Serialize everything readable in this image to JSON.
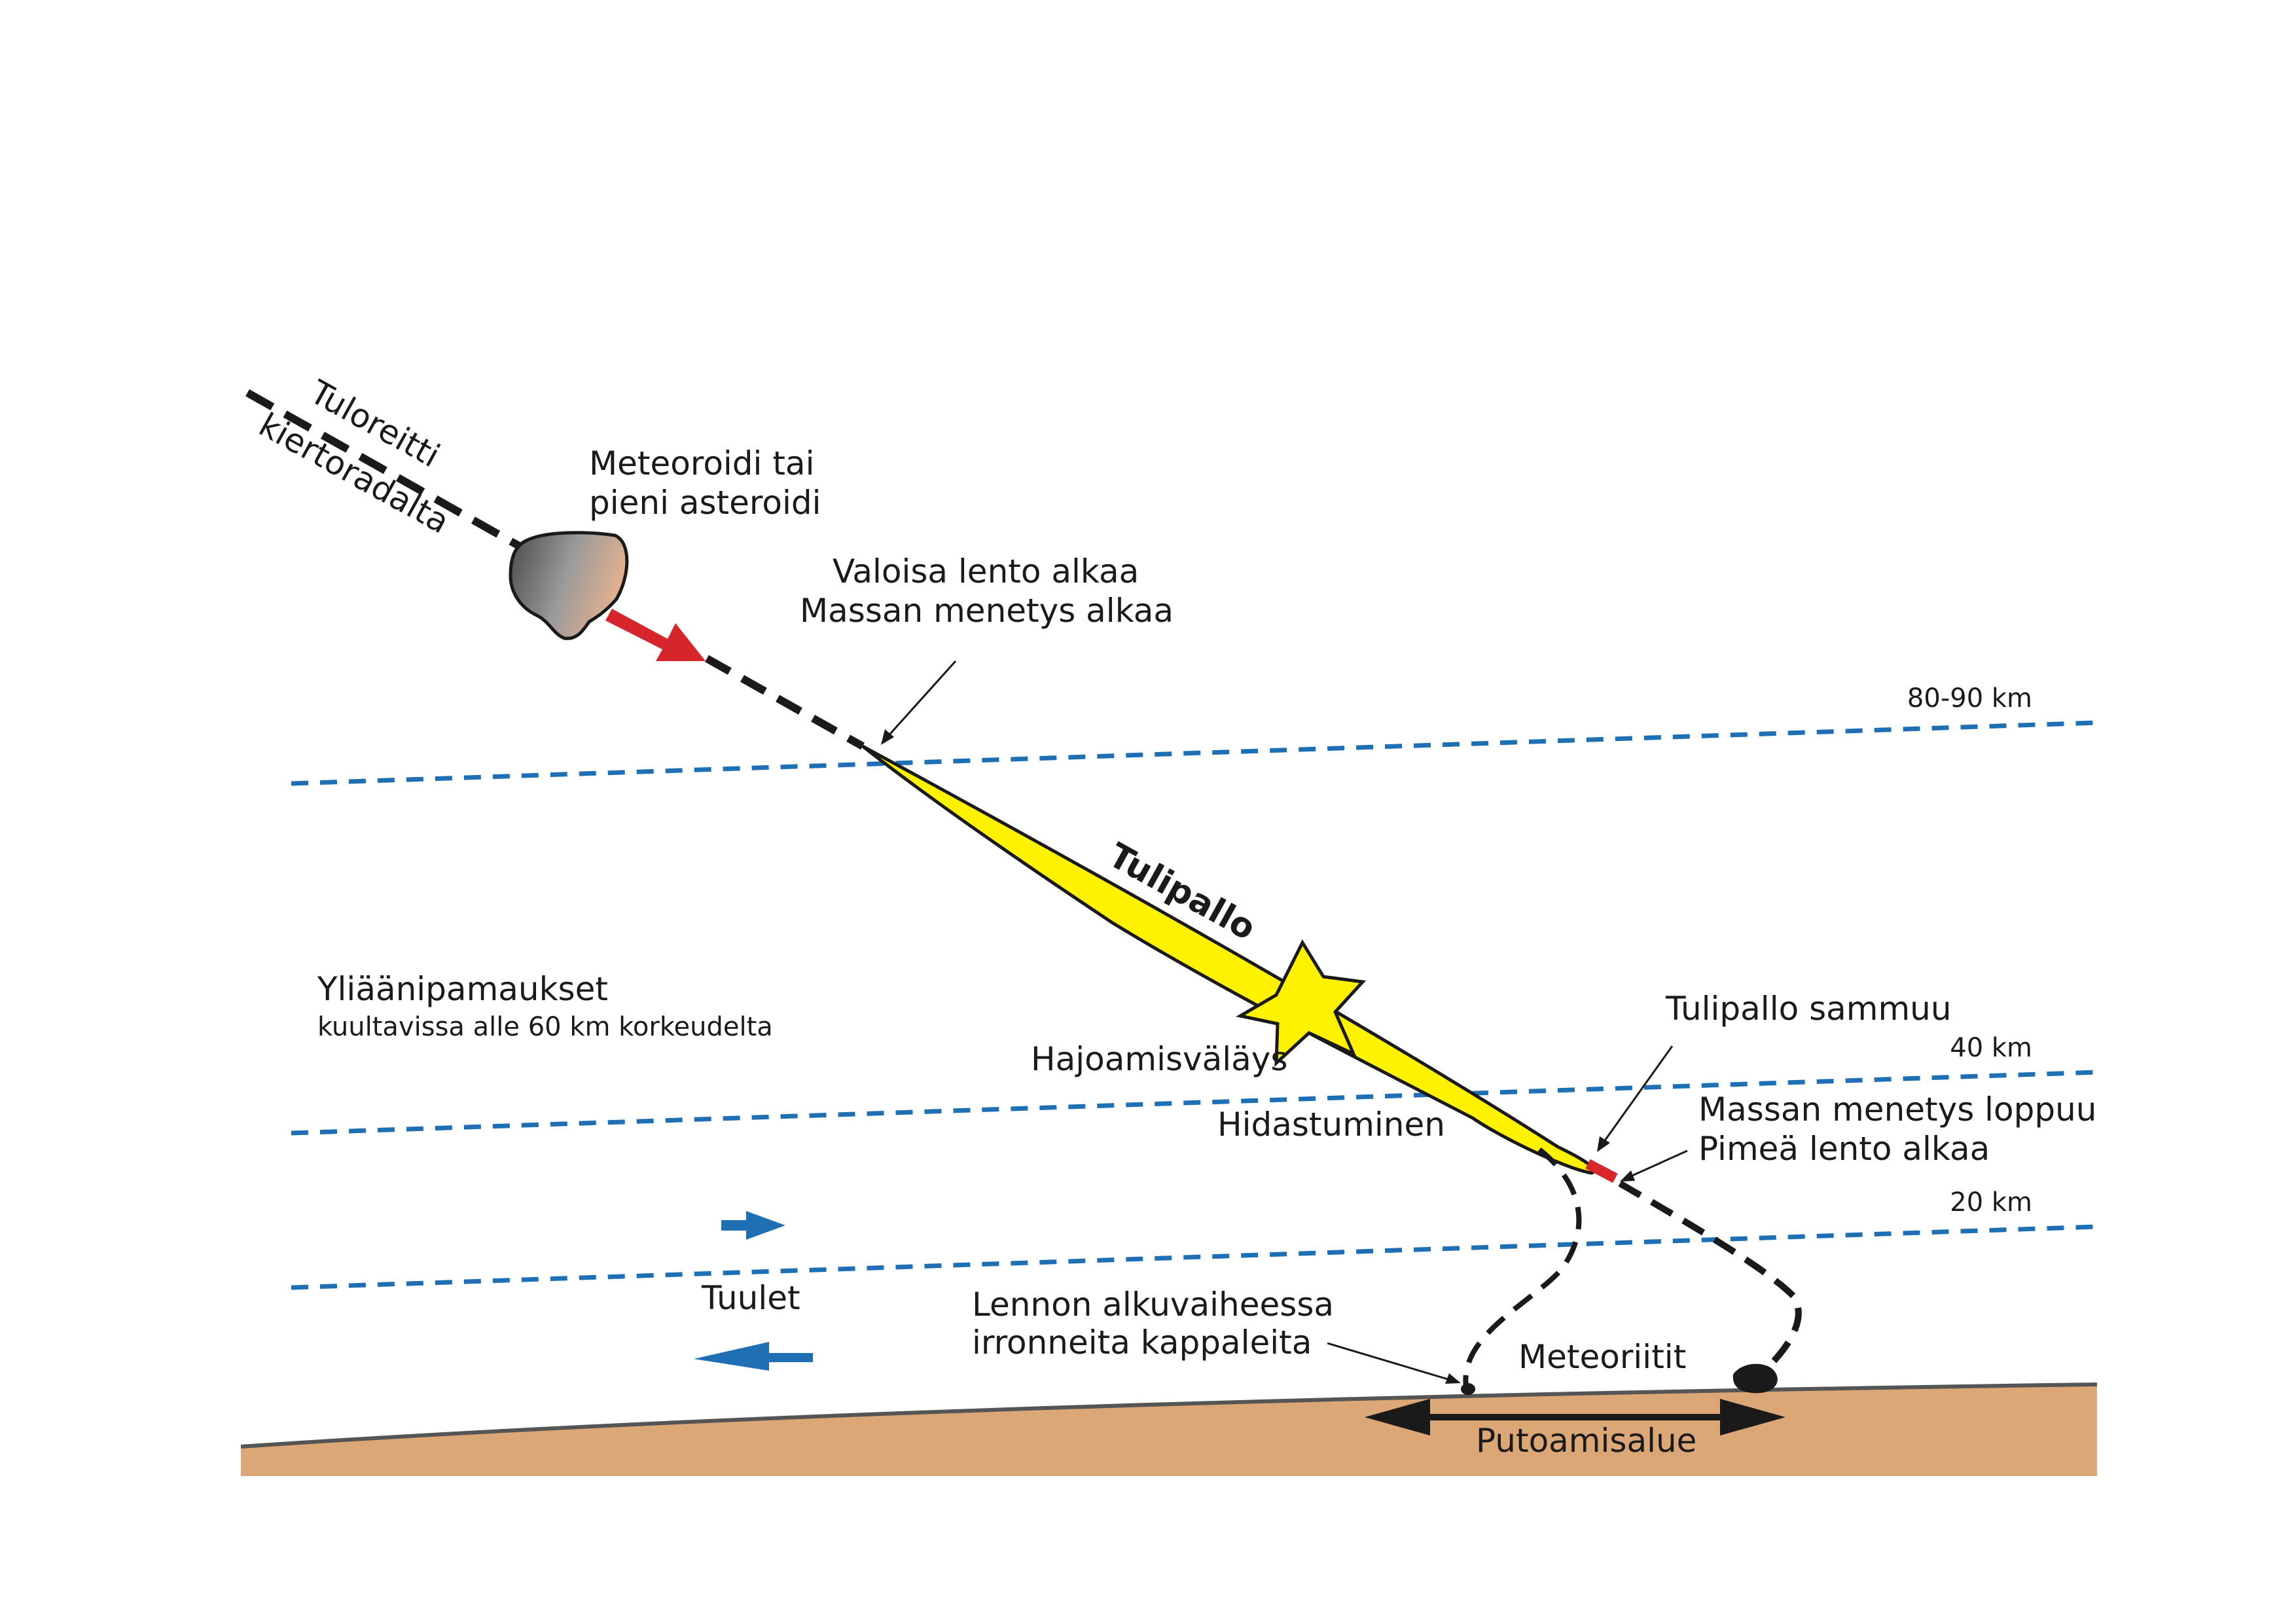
{
  "labels": {
    "incoming_path_line1": "Tuloreitti",
    "incoming_path_line2": "kiertoradalta",
    "meteoroid_line1": "Meteoroidi tai",
    "meteoroid_line2": "pieni asteroidi",
    "luminous_line1": "Valoisa lento alkaa",
    "luminous_line2": "Massan menetys alkaa",
    "fireball": "Tulipallo",
    "sonic_booms_title": "Yliäänipamaukset",
    "sonic_booms_sub": "kuultavissa alle 60 km korkeudelta",
    "burst_flash": "Hajoamisväläys",
    "deceleration": "Hidastuminen",
    "fireball_ends": "Tulipallo sammuu",
    "mass_loss_ends_line1": "Massan menetys loppuu",
    "mass_loss_ends_line2": "Pimeä lento alkaa",
    "winds": "Tuulet",
    "early_fragments_line1": "Lennon alkuvaiheessa",
    "early_fragments_line2": "irronneita kappaleita",
    "meteorites": "Meteoriitit",
    "strewn_field": "Putoamisalue"
  },
  "altitudes": {
    "top": "80-90 km",
    "middle": "40 km",
    "low": "20 km"
  },
  "colors": {
    "altitude_line": "#1f6fb5",
    "fireball_fill": "#fff200",
    "arrow_red": "#d7262b",
    "wind_arrow": "#1f6fb5",
    "ground": "#dca777",
    "ground_edge": "#555555",
    "path": "#1a1a1a"
  }
}
